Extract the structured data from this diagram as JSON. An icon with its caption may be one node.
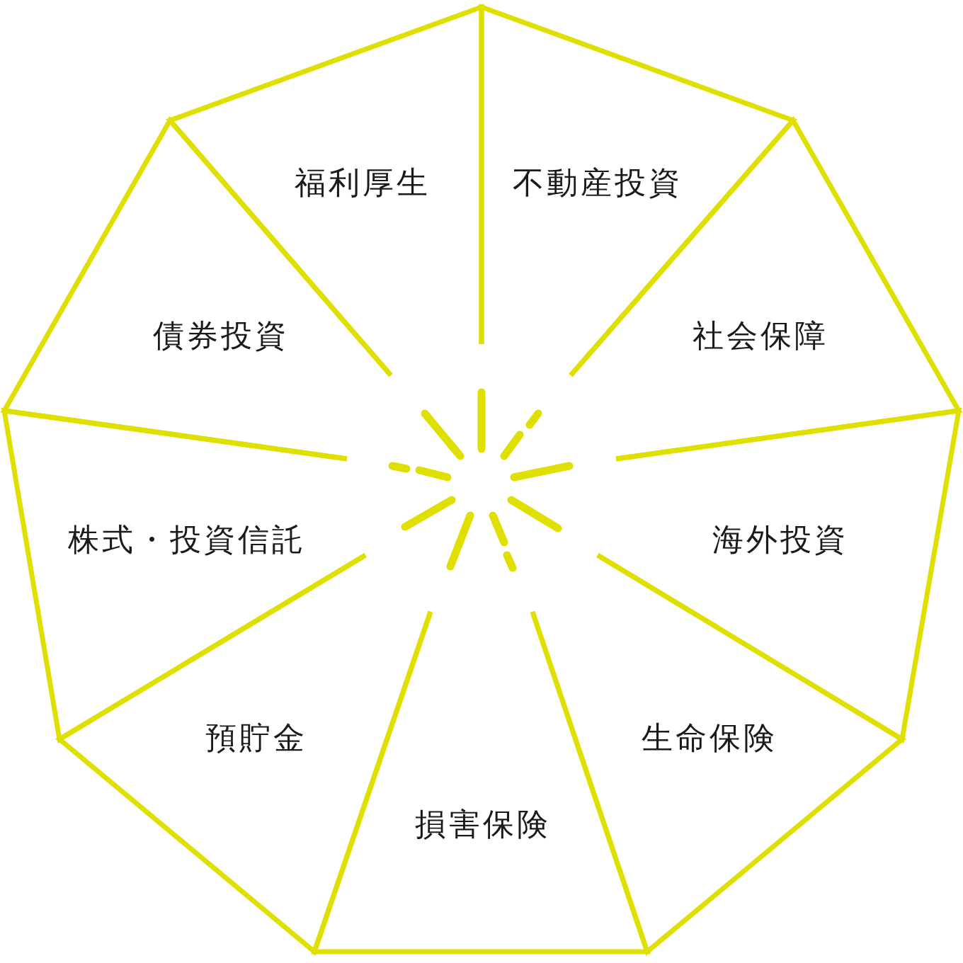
{
  "diagram": {
    "nodes": [
      {
        "text": [
          "福利厚生"
        ]
      },
      {
        "text": [
          "不動産投資"
        ]
      },
      {
        "text": [
          "債券投資"
        ]
      },
      {
        "text": [
          "社会保障"
        ]
      },
      {
        "text": [
          "株式・投資信託"
        ]
      },
      {
        "text": [
          "海外投資"
        ]
      },
      {
        "text": [
          "預貯金"
        ]
      },
      {
        "text": [
          "生命保険"
        ]
      },
      {
        "text": [
          "損害保険"
        ]
      }
    ]
  }
}
